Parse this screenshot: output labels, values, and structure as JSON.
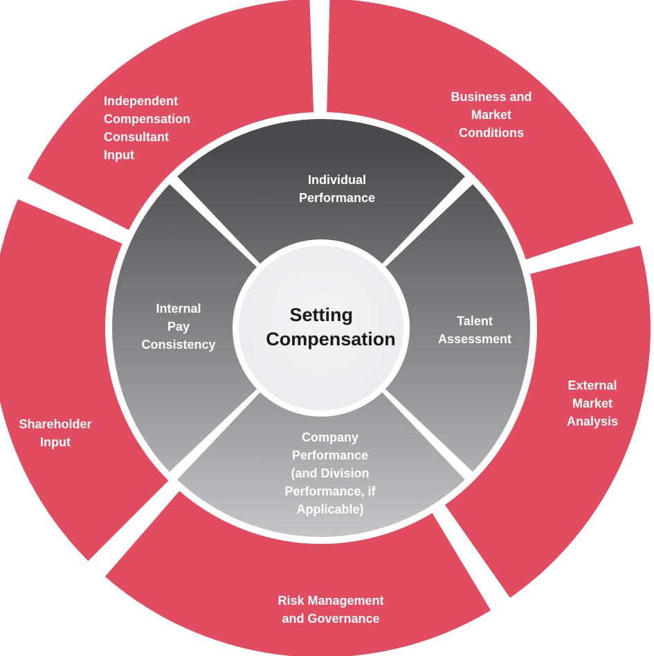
{
  "center": {
    "lines": [
      "Setting",
      "Compensation"
    ]
  },
  "inner_ring": [
    {
      "id": "individual-performance",
      "lines": [
        "Individual",
        "Performance"
      ]
    },
    {
      "id": "talent-assessment",
      "lines": [
        "Talent",
        "Assessment"
      ]
    },
    {
      "id": "company-performance",
      "lines": [
        "Company",
        "Performance",
        "(and Division",
        "Performance, if",
        "Applicable)"
      ]
    },
    {
      "id": "internal-pay-consistency",
      "lines": [
        "Internal",
        "Pay",
        "Consistency"
      ]
    }
  ],
  "outer_ring": [
    {
      "id": "business-and-market-conditions",
      "lines": [
        "Business and",
        "Market",
        "Conditions"
      ]
    },
    {
      "id": "external-market-analysis",
      "lines": [
        "External",
        "Market",
        "Analysis"
      ]
    },
    {
      "id": "risk-management-and-governance",
      "lines": [
        "Risk Management",
        "and Governance"
      ]
    },
    {
      "id": "shareholder-input",
      "lines": [
        "Shareholder",
        "Input"
      ]
    },
    {
      "id": "independent-compensation-consultant-input",
      "lines": [
        "Independent",
        "Compensation",
        "Consultant",
        "Input"
      ]
    }
  ],
  "colors": {
    "outer_segment": "#e24c60",
    "inner_top": "#4a4a4c",
    "inner_bottom": "#c4c4c6",
    "center_fill": "#ebebed",
    "background": "#ffffff"
  }
}
